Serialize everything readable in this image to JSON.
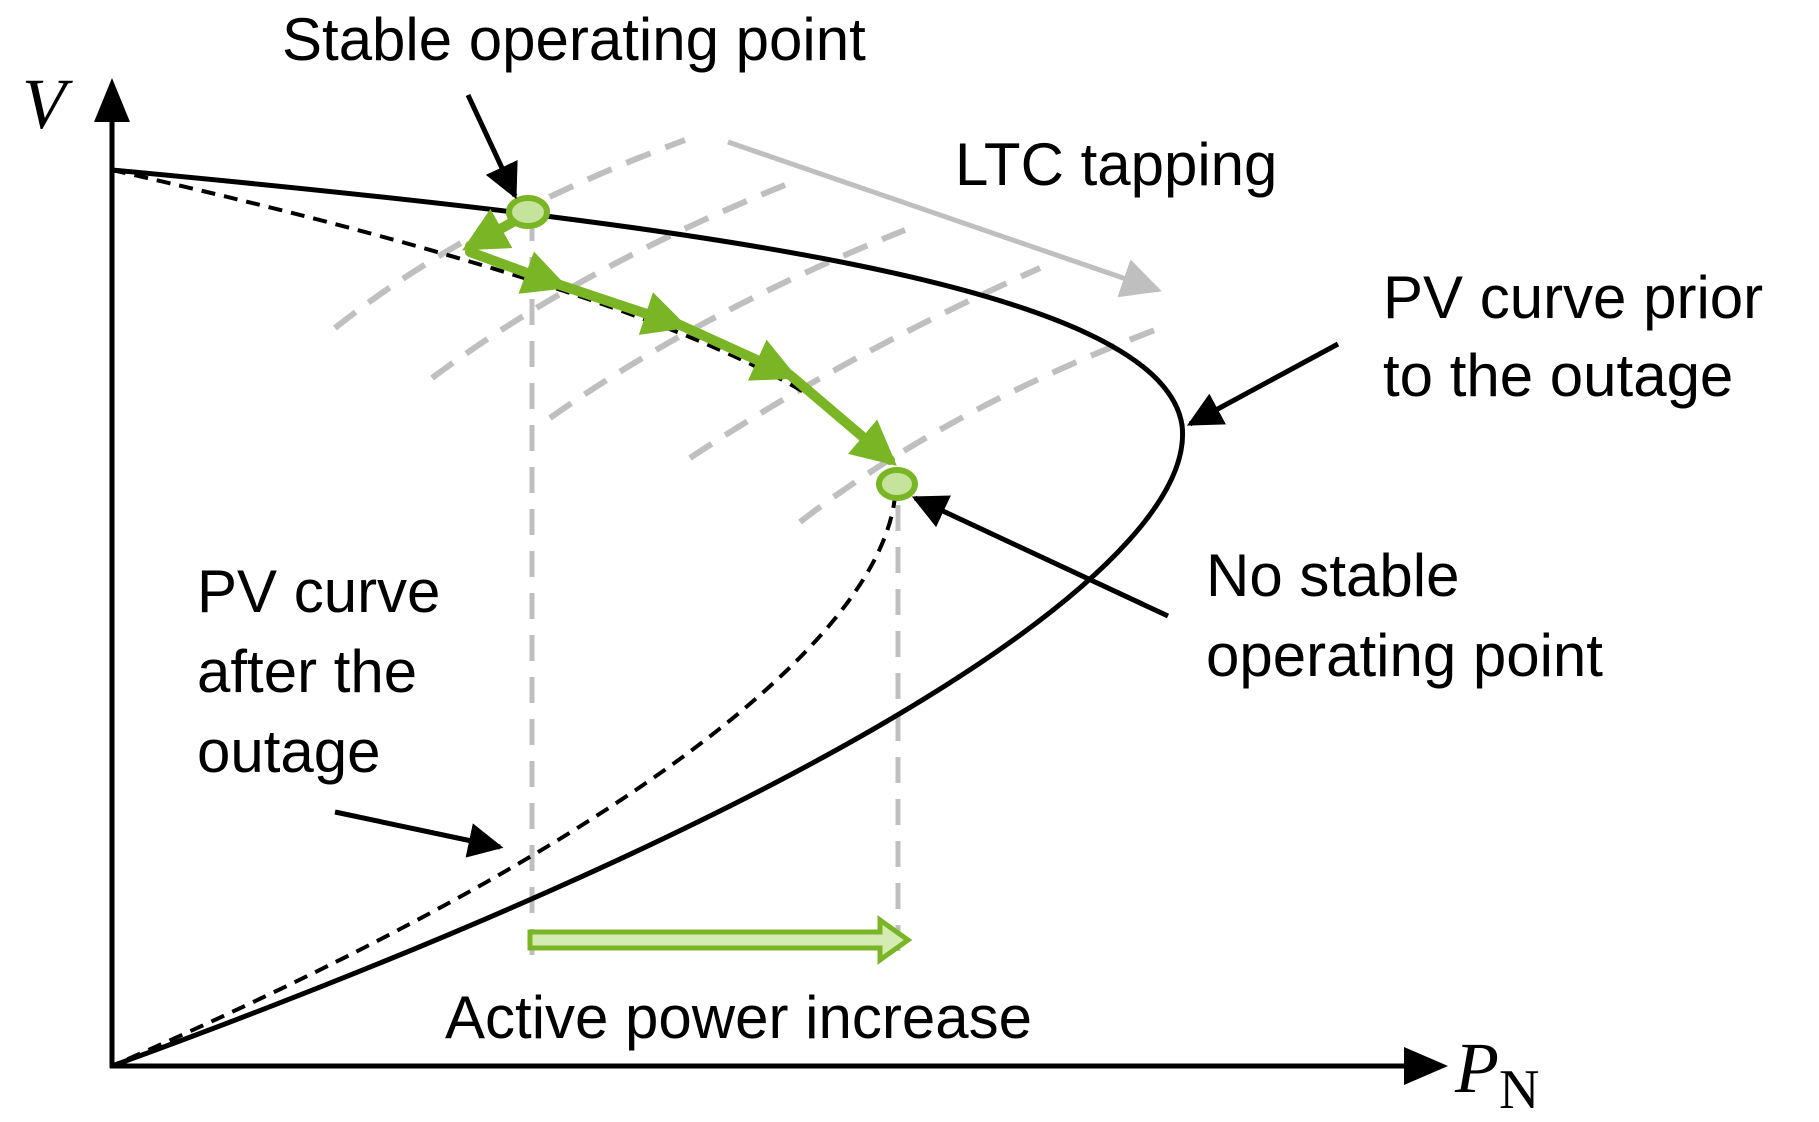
{
  "axes": {
    "y_label": "V",
    "x_label": "P",
    "x_label_subscript": "N"
  },
  "labels": {
    "stable_point": "Stable operating point",
    "ltc_tapping": "LTC tapping",
    "pv_prior_line1": "PV curve prior",
    "pv_prior_line2": "to the outage",
    "no_stable_line1": "No stable",
    "no_stable_line2": "operating point",
    "pv_after_line1": "PV curve",
    "pv_after_line2": "after the",
    "pv_after_line3": "outage",
    "active_power": "Active power increase"
  },
  "colors": {
    "curve": "#000000",
    "tap_lines": "#bfbfbf",
    "trajectory": "#7ab526",
    "marker_fill": "#c6e39b",
    "power_arrow_fill": "#d5ebb4"
  }
}
